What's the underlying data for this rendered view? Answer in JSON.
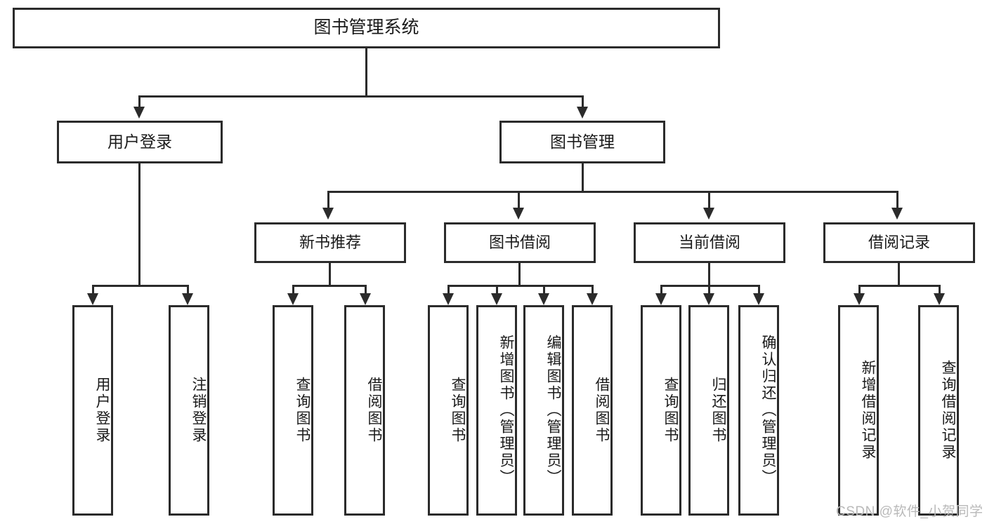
{
  "diagram": {
    "title": "图书管理系统",
    "type": "function-tree",
    "root": {
      "label": "图书管理系统"
    },
    "level2": [
      {
        "id": "user-login",
        "label": "用户登录"
      },
      {
        "id": "book-management",
        "label": "图书管理"
      }
    ],
    "level3": [
      {
        "id": "new-book-recommend",
        "label": "新书推荐",
        "parent": "book-management"
      },
      {
        "id": "book-borrow",
        "label": "图书借阅",
        "parent": "book-management"
      },
      {
        "id": "current-borrow",
        "label": "当前借阅",
        "parent": "book-management"
      },
      {
        "id": "borrow-record",
        "label": "借阅记录",
        "parent": "book-management"
      }
    ],
    "leaves": [
      {
        "id": "leaf-user-login",
        "label": "用户登录",
        "parent": "user-login"
      },
      {
        "id": "leaf-logout-login",
        "label": "注销登录",
        "parent": "user-login"
      },
      {
        "id": "leaf-query-book-1",
        "label": "查询图书",
        "parent": "new-book-recommend"
      },
      {
        "id": "leaf-borrow-book-1",
        "label": "借阅图书",
        "parent": "new-book-recommend"
      },
      {
        "id": "leaf-query-book-2",
        "label": "查询图书",
        "parent": "book-borrow"
      },
      {
        "id": "leaf-add-book",
        "label": "新增图书（管理员）",
        "parent": "book-borrow"
      },
      {
        "id": "leaf-edit-book",
        "label": "编辑图书（管理员）",
        "parent": "book-borrow"
      },
      {
        "id": "leaf-borrow-book-2",
        "label": "借阅图书",
        "parent": "book-borrow"
      },
      {
        "id": "leaf-query-book-3",
        "label": "查询图书",
        "parent": "current-borrow"
      },
      {
        "id": "leaf-return-book",
        "label": "归还图书",
        "parent": "current-borrow"
      },
      {
        "id": "leaf-confirm-return",
        "label": "确认归还（管理员）",
        "parent": "current-borrow"
      },
      {
        "id": "leaf-add-record",
        "label": "新增借阅记录",
        "parent": "borrow-record"
      },
      {
        "id": "leaf-query-record",
        "label": "查询借阅记录",
        "parent": "borrow-record"
      }
    ]
  },
  "watermark": {
    "text": "CSDN @软件_小贺同学"
  },
  "colors": {
    "stroke": "#2b2b2b",
    "fill": "#ffffff",
    "text": "#1a1a1a",
    "watermark": "#b9b9b9"
  }
}
